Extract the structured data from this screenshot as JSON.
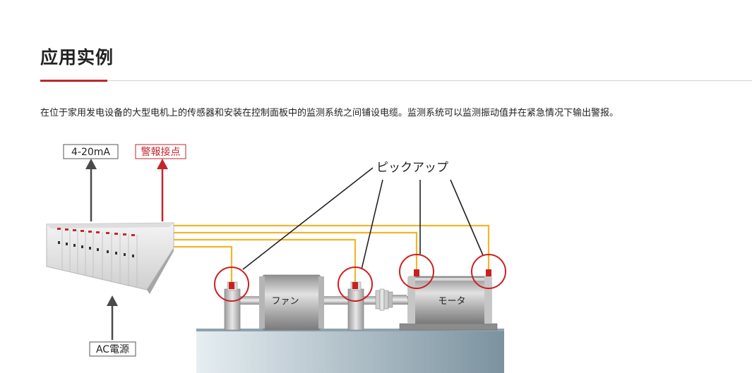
{
  "section": {
    "title": "应用实例",
    "description": "在位于家用发电设备的大型电机上的传感器和安装在控制面板中的监测系统之间铺设电缆。监测系统可以监测振动值并在紧急情况下输出警报。"
  },
  "diagram": {
    "output_analog_label": "4-20mA",
    "output_alarm_label": "警報接点",
    "power_label": "AC電源",
    "pickup_label": "ピックアップ",
    "fan_label": "ファン",
    "motor_label": "モータ"
  },
  "colors": {
    "accent_red": "#c1272d",
    "cable_yellow": "#f2b62a",
    "sensor_red": "#cc1f1f",
    "arrow_gray": "#4a4a4a"
  }
}
